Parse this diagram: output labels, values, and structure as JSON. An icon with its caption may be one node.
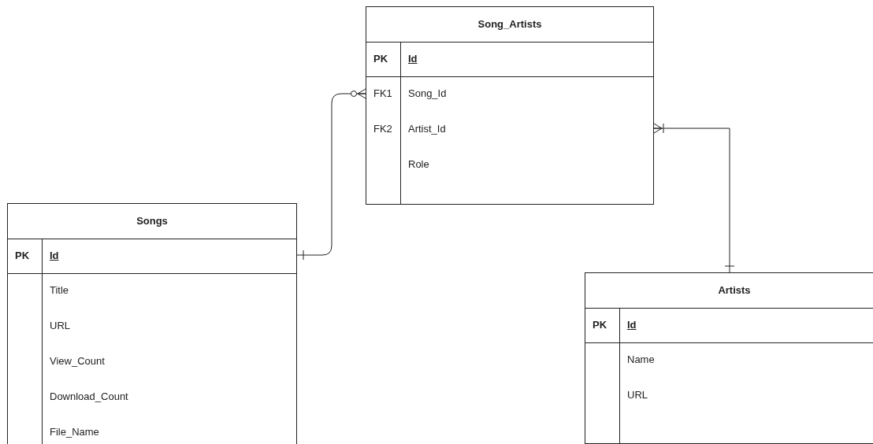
{
  "diagram": {
    "nodes": [
      {
        "text": [
          "Song_Artists",
          "PK",
          "Id",
          "FK1",
          "Song_Id",
          "FK2",
          "Artist_Id",
          "Role"
        ]
      },
      {
        "text": [
          "Songs",
          "PK",
          "Id",
          "Title",
          "URL",
          "View_Count",
          "Download_Count",
          "File_Name"
        ]
      },
      {
        "text": [
          "Artists",
          "PK",
          "Id",
          "Name",
          "URL"
        ]
      }
    ],
    "edges": [
      {
        "from": 1,
        "to": 0,
        "arrow": "other"
      },
      {
        "from": 0,
        "to": 2,
        "arrow": "other"
      }
    ]
  }
}
